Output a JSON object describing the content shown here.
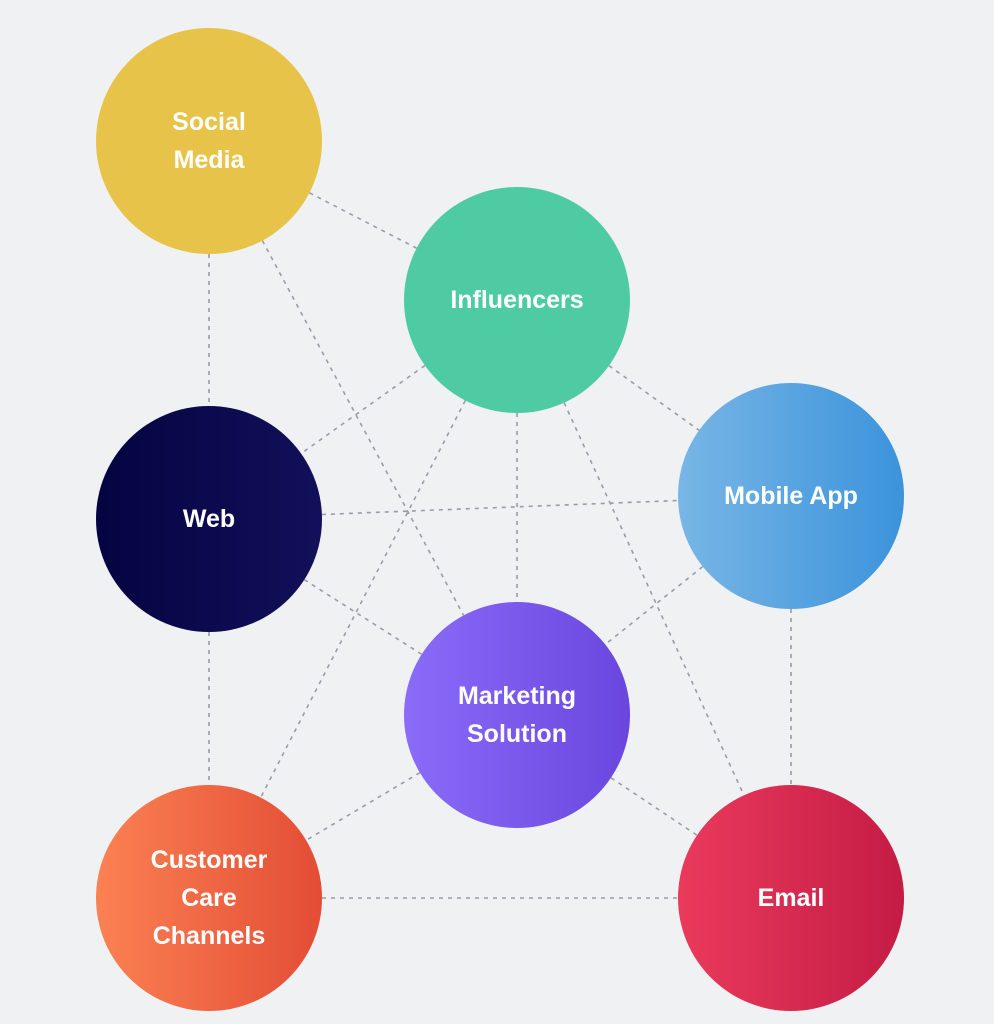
{
  "diagram": {
    "nodes": [
      {
        "id": "social",
        "label": "Social\nMedia",
        "color": "#e8c34a"
      },
      {
        "id": "influencers",
        "label": "Influencers",
        "color": "#4fcba4"
      },
      {
        "id": "web",
        "label": "Web",
        "color": "#0a0a4e"
      },
      {
        "id": "mobile",
        "label": "Mobile App",
        "color": "#4f9fde"
      },
      {
        "id": "marketing",
        "label": "Marketing\nSolution",
        "color": "#7a58ec"
      },
      {
        "id": "customer",
        "label": "Customer\nCare\nChannels",
        "color": "#f06844"
      },
      {
        "id": "email",
        "label": "Email",
        "color": "#d8294f"
      }
    ],
    "connections": [
      [
        "social",
        "influencers"
      ],
      [
        "social",
        "web"
      ],
      [
        "social",
        "marketing"
      ],
      [
        "influencers",
        "web"
      ],
      [
        "influencers",
        "mobile"
      ],
      [
        "influencers",
        "marketing"
      ],
      [
        "influencers",
        "customer"
      ],
      [
        "influencers",
        "email"
      ],
      [
        "web",
        "mobile"
      ],
      [
        "web",
        "marketing"
      ],
      [
        "web",
        "customer"
      ],
      [
        "mobile",
        "marketing"
      ],
      [
        "mobile",
        "email"
      ],
      [
        "marketing",
        "customer"
      ],
      [
        "marketing",
        "email"
      ],
      [
        "customer",
        "email"
      ]
    ],
    "line_color": "#9a9ca3",
    "background_color": "#f0f1f3"
  }
}
